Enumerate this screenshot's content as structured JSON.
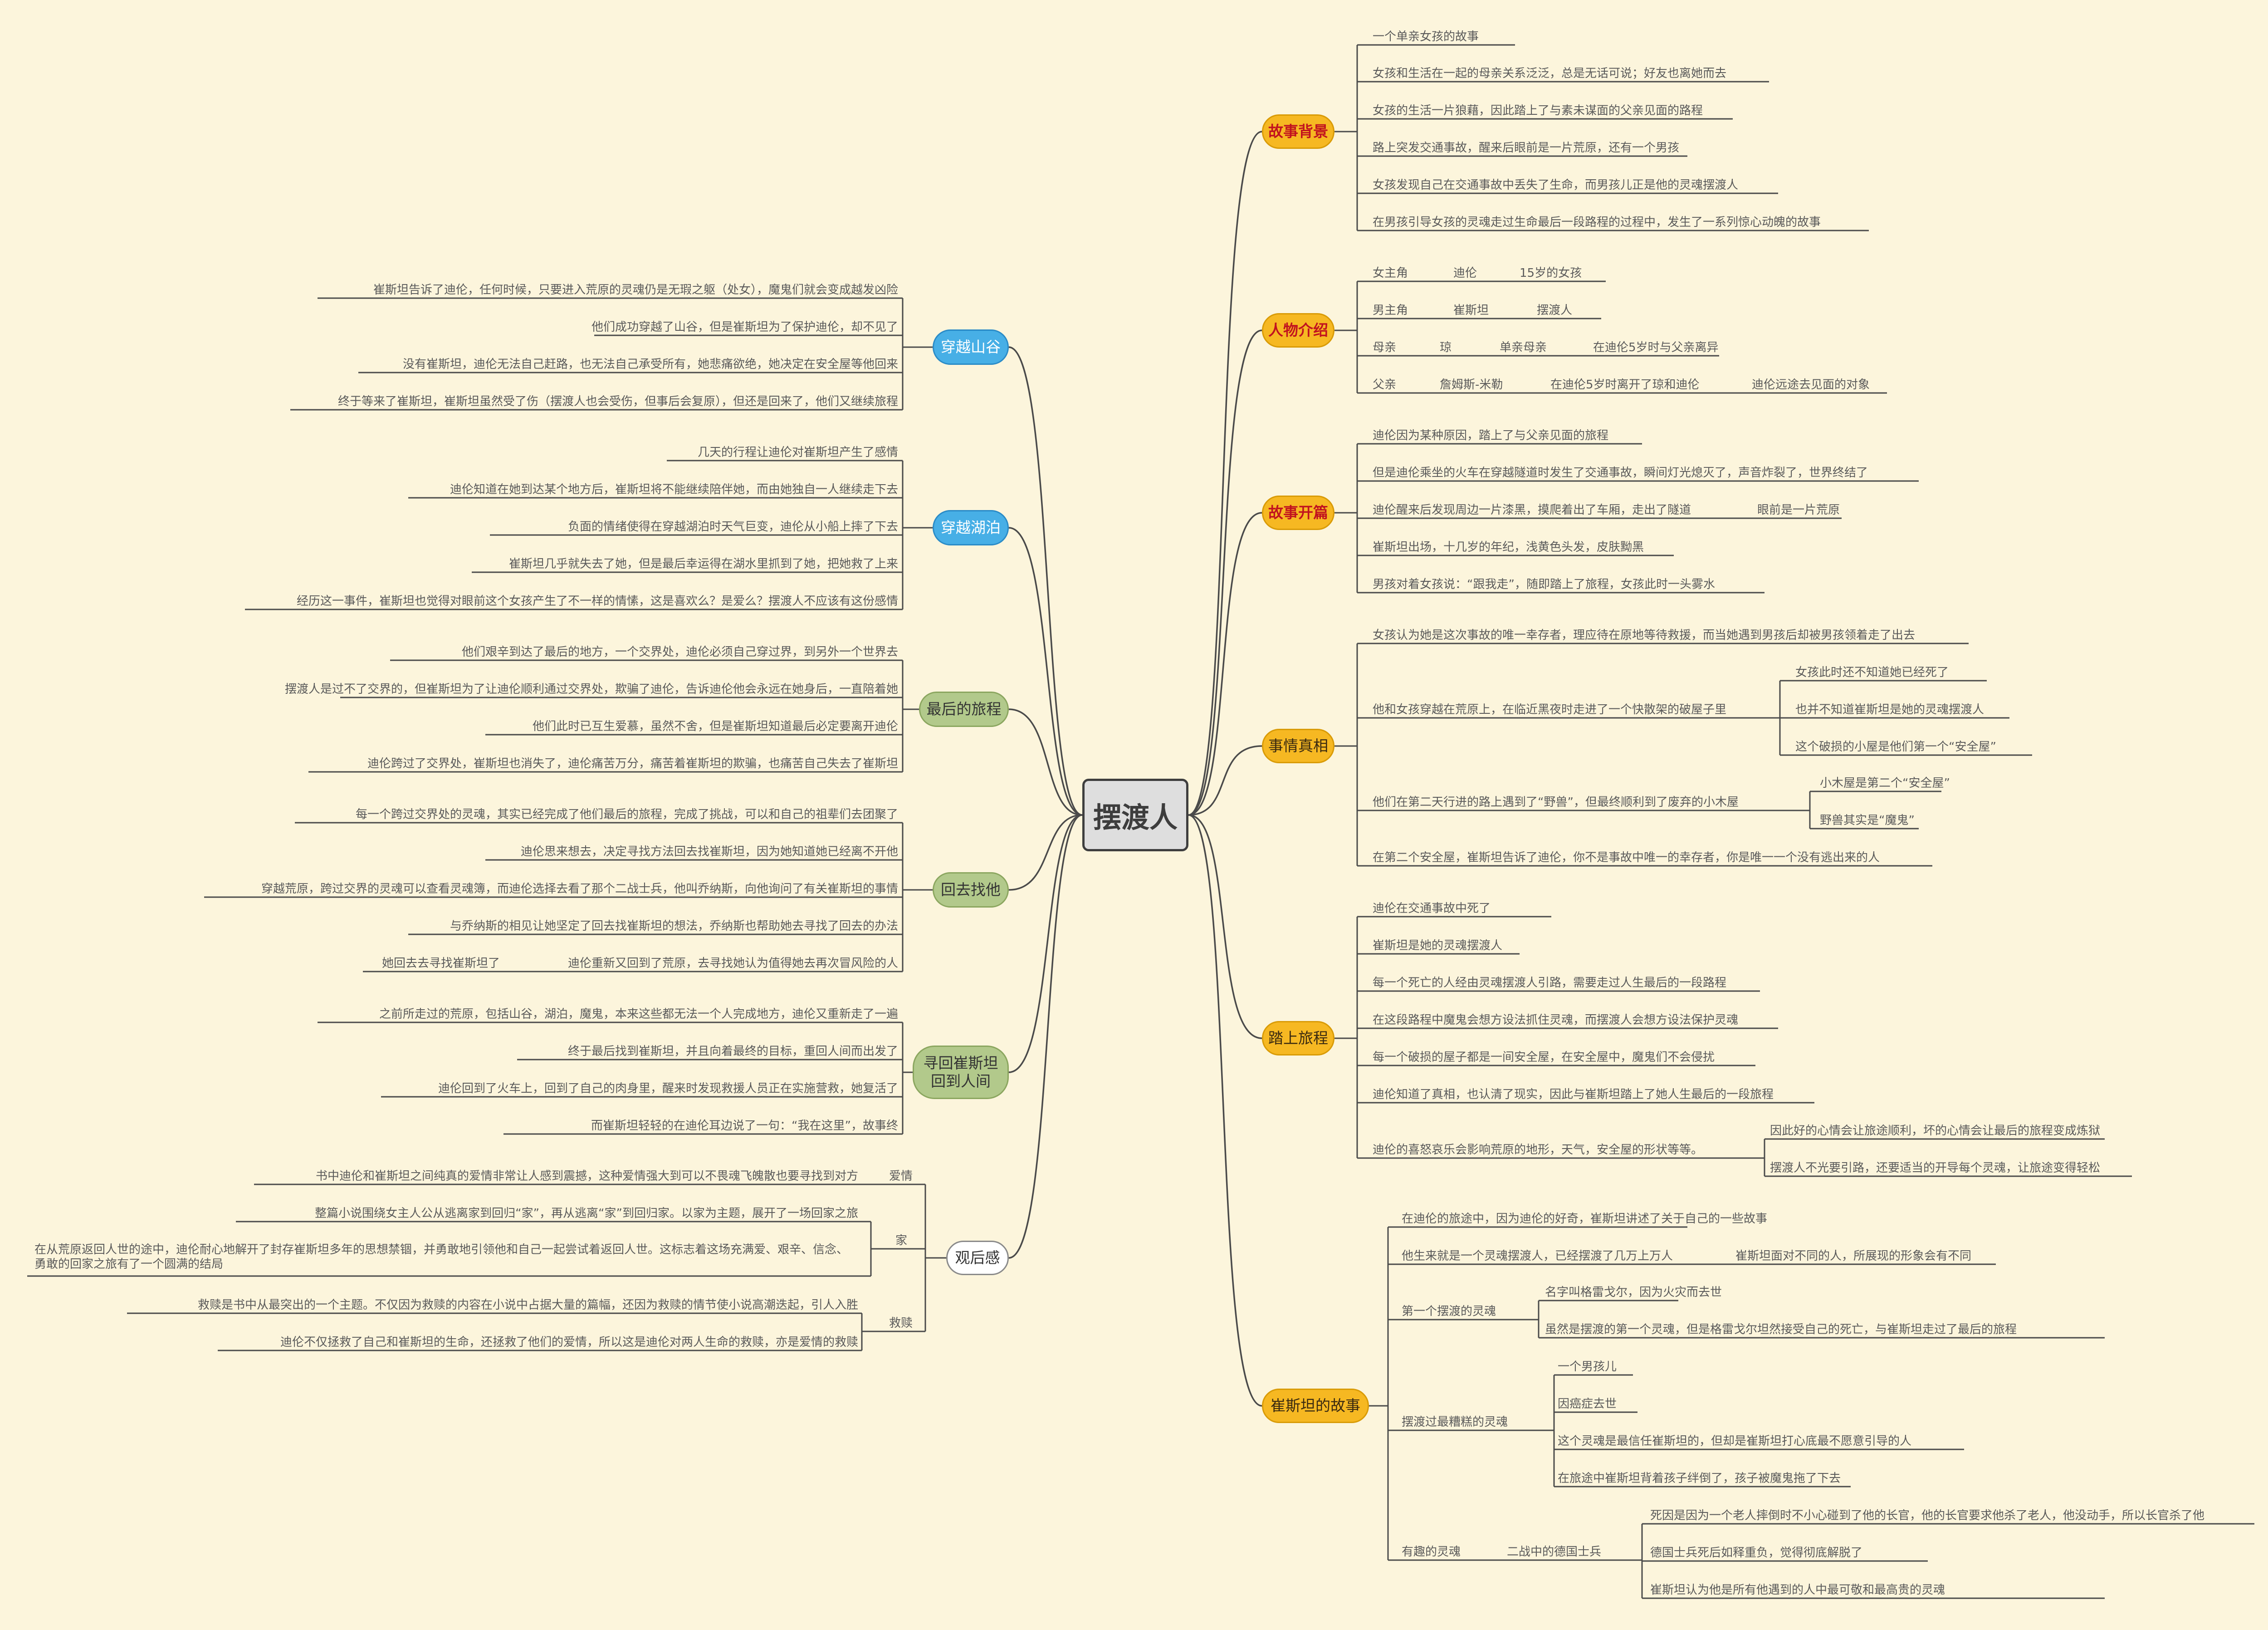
{
  "root": "摆渡人",
  "story_background": {
    "label": "故事背景",
    "items": [
      "一个单亲女孩的故事",
      "女孩和生活在一起的母亲关系泛泛，总是无话可说；好友也离她而去",
      "女孩的生活一片狼藉，因此踏上了与素未谋面的父亲见面的路程",
      "路上突发交通事故，醒来后眼前是一片荒原，还有一个男孩",
      "女孩发现自己在交通事故中丢失了生命，而男孩儿正是他的灵魂摆渡人",
      "在男孩引导女孩的灵魂走过生命最后一段路程的过程中，发生了一系列惊心动魄的故事"
    ]
  },
  "characters": {
    "label": "人物介绍",
    "rows": [
      [
        "女主角",
        "迪伦",
        "15岁的女孩"
      ],
      [
        "男主角",
        "崔斯坦",
        "摆渡人"
      ],
      [
        "母亲",
        "琼",
        "单亲母亲",
        "在迪伦5岁时与父亲离异"
      ],
      [
        "父亲",
        "詹姆斯-米勒",
        "在迪伦5岁时离开了琼和迪伦",
        "迪伦远途去见面的对象"
      ]
    ]
  },
  "opening": {
    "label": "故事开篇",
    "items": [
      "迪伦因为某种原因，踏上了与父亲见面的旅程",
      "但是迪伦乘坐的火车在穿越隧道时发生了交通事故，瞬间灯光熄灭了，声音炸裂了，世界终结了",
      "迪伦醒来后发现周边一片漆黑，摸爬着出了车厢，走出了隧道",
      "崔斯坦出场，十几岁的年纪，浅黄色头发，皮肤黝黑",
      "男孩对着女孩说：“跟我走”，随即踏上了旅程，女孩此时一头雾水"
    ],
    "extra": "眼前是一片荒原"
  },
  "truth": {
    "label": "事情真相",
    "top": "女孩认为她是这次事故的唯一幸存者，理应待在原地等待救援，而当她遇到男孩后却被男孩领着走了出去",
    "hut": "他和女孩穿越在荒原上，在临近黑夜时走进了一个快散架的破屋子里",
    "hut_subs": [
      "女孩此时还不知道她已经死了",
      "也并不知道崔斯坦是她的灵魂摆渡人",
      "这个破损的小屋是他们第一个“安全屋”"
    ],
    "day2": "他们在第二天行进的路上遇到了“野兽”，但最终顺利到了废弃的小木屋",
    "day2_subs": [
      "小木屋是第二个“安全屋”",
      "野兽其实是“魔鬼”"
    ],
    "last": "在第二个安全屋，崔斯坦告诉了迪伦，你不是事故中唯一的幸存者，你是唯一一个没有逃出来的人"
  },
  "journey": {
    "label": "踏上旅程",
    "items": [
      "迪伦在交通事故中死了",
      "崔斯坦是她的灵魂摆渡人",
      "每一个死亡的人经由灵魂摆渡人引路，需要走过人生最后的一段路程",
      "在这段路程中魔鬼会想方设法抓住灵魂，而摆渡人会想方设法保护灵魂",
      "每一个破损的屋子都是一间安全屋，在安全屋中，魔鬼们不会侵扰",
      "迪伦知道了真相，也认清了现实，因此与崔斯坦踏上了她人生最后的一段旅程"
    ],
    "mood": "迪伦的喜怒哀乐会影响荒原的地形，天气，安全屋的形状等等。",
    "mood_subs": [
      "因此好的心情会让旅途顺利，坏的心情会让最后的旅程变成炼狱",
      "摆渡人不光要引路，还要适当的开导每个灵魂，让旅途变得轻松"
    ]
  },
  "tristan_story": {
    "label": "崔斯坦的故事",
    "items": [
      "在迪伦的旅途中，因为迪伦的好奇，崔斯坦讲述了关于自己的一些故事"
    ],
    "born": "他生来就是一个灵魂摆渡人，已经摆渡了几万上万人",
    "born_sub": "崔斯坦面对不同的人，所展现的形象会有不同",
    "first": {
      "label": "第一个摆渡的灵魂",
      "subs": [
        "名字叫格雷戈尔，因为火灾而去世",
        "虽然是摆渡的第一个灵魂，但是格雷戈尔坦然接受自己的死亡，与崔斯坦走过了最后的旅程"
      ]
    },
    "worst": {
      "label": "摆渡过最糟糕的灵魂",
      "subs": [
        "一个男孩儿",
        "因癌症去世",
        "这个灵魂是最信任崔斯坦的，但却是崔斯坦打心底最不愿意引导的人",
        "在旅途中崔斯坦背着孩子绊倒了，孩子被魔鬼拖了下去"
      ]
    },
    "fun": {
      "label": "有趣的灵魂",
      "mid": "二战中的德国士兵",
      "subs": [
        "死因是因为一个老人摔倒时不小心碰到了他的长官，他的长官要求他杀了老人，他没动手，所以长官杀了他",
        "德国士兵死后如释重负，觉得彻底解脱了",
        "崔斯坦认为他是所有他遇到的人中最可敬和最高贵的灵魂"
      ]
    }
  },
  "valley": {
    "label": "穿越山谷",
    "items": [
      "崔斯坦告诉了迪伦，任何时候，只要进入荒原的灵魂仍是无瑕之躯（处女），魔鬼们就会变成越发凶险",
      "他们成功穿越了山谷，但是崔斯坦为了保护迪伦，却不见了",
      "没有崔斯坦，迪伦无法自己赶路，也无法自己承受所有，她悲痛欲绝，她决定在安全屋等他回来",
      "终于等来了崔斯坦，崔斯坦虽然受了伤（摆渡人也会受伤，但事后会复原），但还是回来了，他们又继续旅程"
    ]
  },
  "lake": {
    "label": "穿越湖泊",
    "items": [
      "几天的行程让迪伦对崔斯坦产生了感情",
      "迪伦知道在她到达某个地方后，崔斯坦将不能继续陪伴她，而由她独自一人继续走下去",
      "负面的情绪使得在穿越湖泊时天气巨变，迪伦从小船上摔了下去",
      "崔斯坦几乎就失去了她，但是最后幸运得在湖水里抓到了她，把她救了上来",
      "经历这一事件，崔斯坦也觉得对眼前这个女孩产生了不一样的情愫，这是喜欢么？是爱么？摆渡人不应该有这份感情"
    ]
  },
  "final": {
    "label": "最后的旅程",
    "items": [
      "他们艰辛到达了最后的地方，一个交界处，迪伦必须自己穿过界，到另外一个世界去",
      "摆渡人是过不了交界的，但崔斯坦为了让迪伦顺利通过交界处，欺骗了迪伦，告诉迪伦他会永远在她身后，一直陪着她",
      "他们此时已互生爱慕，虽然不舍，但是崔斯坦知道最后必定要离开迪伦",
      "迪伦跨过了交界处，崔斯坦也消失了，迪伦痛苦万分，痛苦着崔斯坦的欺骗，也痛苦自己失去了崔斯坦"
    ]
  },
  "back": {
    "label": "回去找他",
    "items": [
      "每一个跨过交界处的灵魂，其实已经完成了他们最后的旅程，完成了挑战，可以和自己的祖辈们去团聚了",
      "迪伦思来想去，决定寻找方法回去找崔斯坦，因为她知道她已经离不开他",
      "穿越荒原，跨过交界的灵魂可以查看灵魂簿，而迪伦选择去看了那个二战士兵，他叫乔纳斯，向他询问了有关崔斯坦的事情",
      "与乔纳斯的相见让她坚定了回去找崔斯坦的想法，乔纳斯也帮助她去寻找了回去的办法"
    ],
    "last": "迪伦重新又回到了荒原，去寻找她认为值得她去再次冒风险的人",
    "last_end": "她回去去寻找崔斯坦了"
  },
  "return": {
    "label": "寻回崔斯坦 回到人间",
    "label_lines": [
      "寻回崔斯坦",
      "回到人间"
    ],
    "items": [
      "之前所走过的荒原，包括山谷，湖泊，魔鬼，本来这些都无法一个人完成地方，迪伦又重新走了一遍",
      "终于最后找到崔斯坦，并且向着最终的目标，重回人间而出发了",
      "迪伦回到了火车上，回到了自己的肉身里，醒来时发现救援人员正在实施营救，她复活了",
      "而崔斯坦轻轻的在迪伦耳边说了一句：“我在这里”，故事终"
    ]
  },
  "review": {
    "label": "观后感",
    "love": {
      "label": "爱情",
      "items": [
        "书中迪伦和崔斯坦之间纯真的爱情非常让人感到震撼，这种爱情强大到可以不畏魂飞魄散也要寻找到对方"
      ]
    },
    "home": {
      "label": "家",
      "items": [
        "整篇小说围绕女主人公从逃离家到回归“家”，再从逃离“家”到回归家。以家为主题，展开了一场回家之旅",
        "在从荒原返回人世的途中，迪伦耐心地解开了封存崔斯坦多年的思想禁锢，并勇敢地引领他和自己一起尝试着返回人世。这标志着这场充满爱、艰辛、信念、勇敢的回家之旅有了一个圆满的结局"
      ]
    },
    "redeem": {
      "label": "救赎",
      "items": [
        "救赎是书中从最突出的一个主题。不仅因为救赎的内容在小说中占据大量的篇幅，还因为救赎的情节使小说高潮迭起，引人入胜",
        "迪伦不仅拯救了自己和崔斯坦的生命，还拯救了他们的爱情，所以这是迪伦对两人生命的救赎，亦是爱情的救赎"
      ]
    }
  }
}
